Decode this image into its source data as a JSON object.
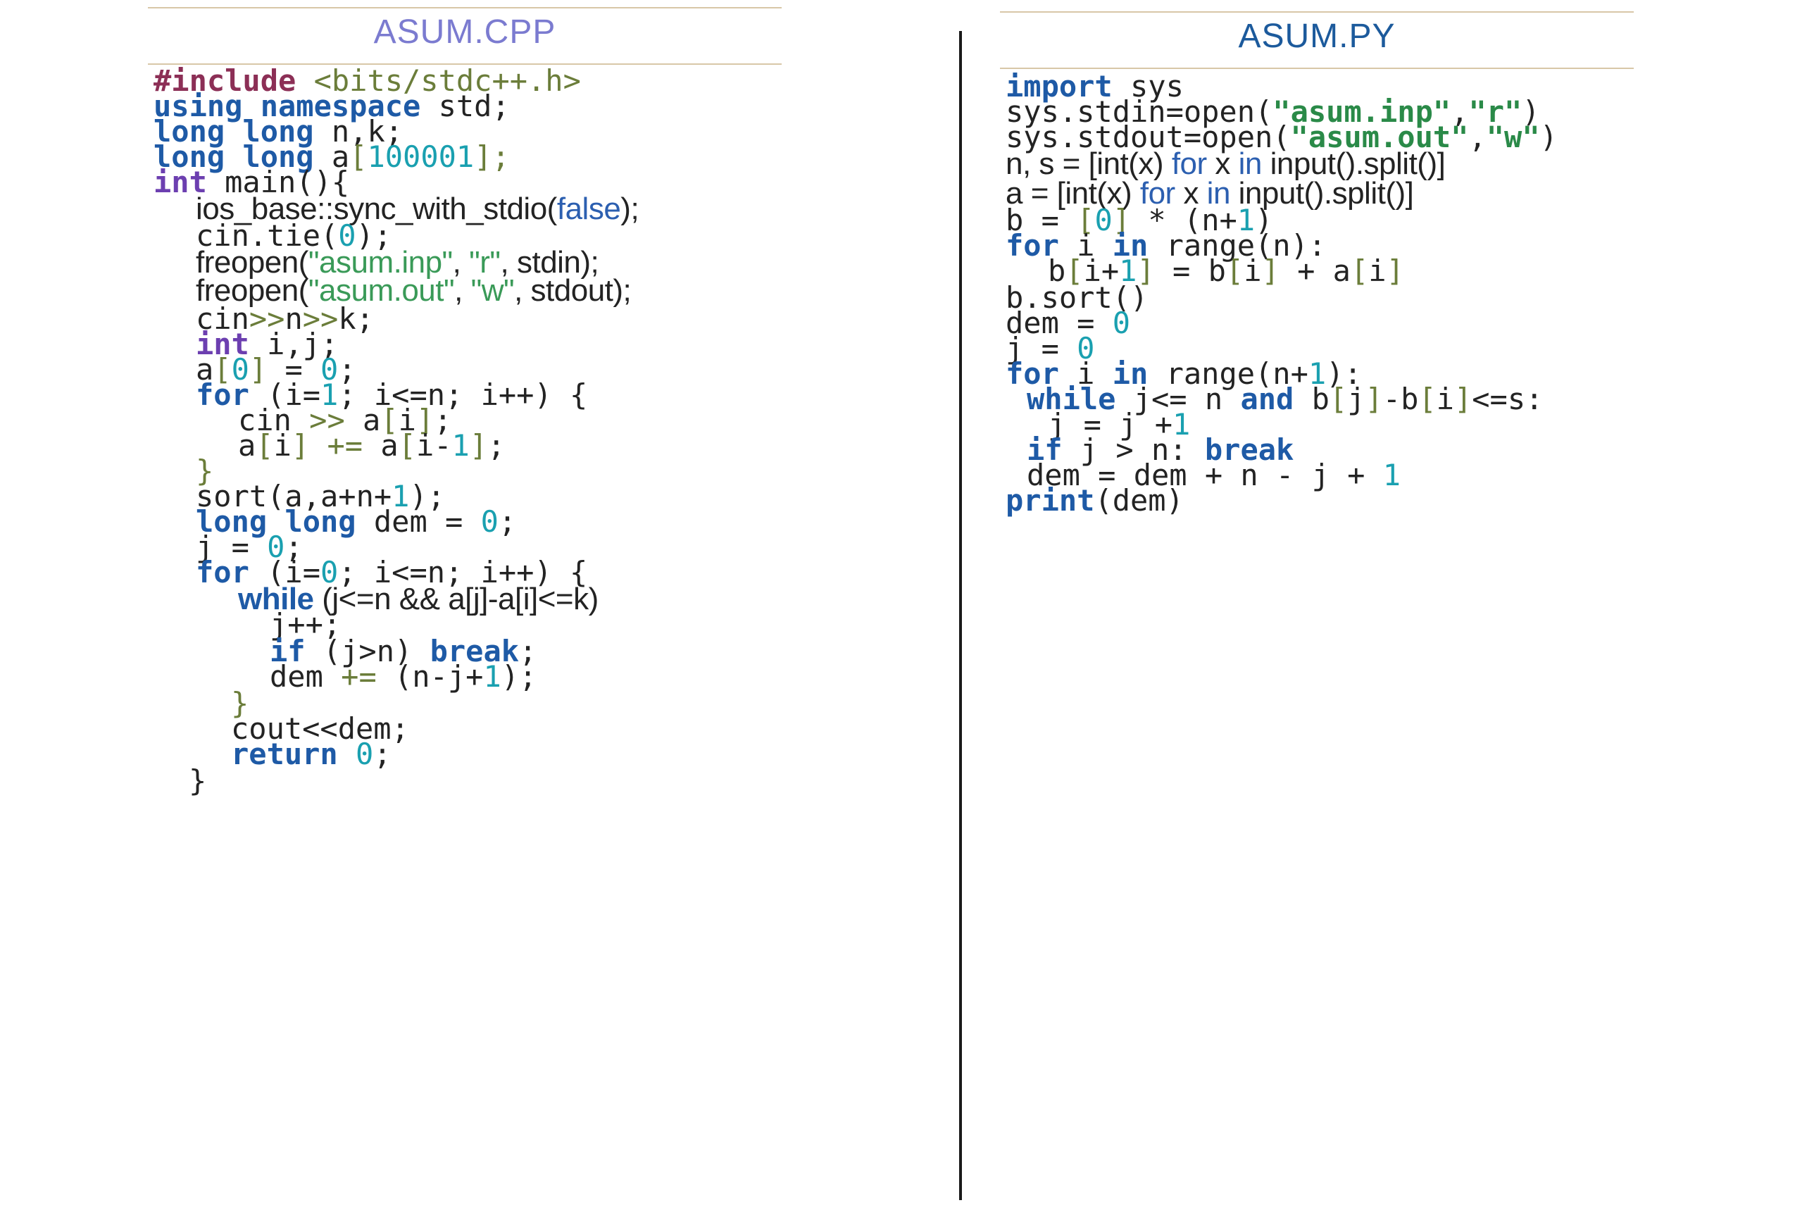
{
  "cpp": {
    "title": "ASUM.CPP",
    "lines": [
      [
        {
          "t": "#include",
          "c": "pp"
        },
        {
          "t": " <bits/stdc++.h>",
          "c": "op"
        }
      ],
      [
        {
          "t": "using",
          "c": "kw"
        },
        {
          "t": " "
        },
        {
          "t": "namespace",
          "c": "kw"
        },
        {
          "t": " std;"
        }
      ],
      [
        {
          "t": "long",
          "c": "kw"
        },
        {
          "t": " "
        },
        {
          "t": "long",
          "c": "kw"
        },
        {
          "t": " n,k;"
        }
      ],
      [
        {
          "t": "long",
          "c": "kw"
        },
        {
          "t": " "
        },
        {
          "t": "long",
          "c": "kw"
        },
        {
          "t": " a"
        },
        {
          "t": "[",
          "c": "op"
        },
        {
          "t": "100001",
          "c": "num"
        },
        {
          "t": "];",
          "c": "op"
        }
      ],
      [
        {
          "t": "int",
          "c": "kwp"
        },
        {
          "t": " main(){"
        }
      ],
      [
        {
          "t": "ios_base::sync_with_stdio("
        },
        {
          "t": "false",
          "c": "kwl"
        },
        {
          "t": ");"
        }
      ],
      [
        {
          "t": "cin.tie("
        },
        {
          "t": "0",
          "c": "num"
        },
        {
          "t": ");"
        }
      ],
      [
        {
          "t": "freopen("
        },
        {
          "t": "\"asum.inp\"",
          "c": "str"
        },
        {
          "t": ", "
        },
        {
          "t": "\"r\"",
          "c": "str"
        },
        {
          "t": ", stdin);"
        }
      ],
      [
        {
          "t": "freopen("
        },
        {
          "t": "\"asum.out\"",
          "c": "str"
        },
        {
          "t": ", "
        },
        {
          "t": "\"w\"",
          "c": "str"
        },
        {
          "t": ", stdout);"
        }
      ],
      [
        {
          "t": "cin"
        },
        {
          "t": ">>",
          "c": "op"
        },
        {
          "t": "n"
        },
        {
          "t": ">>",
          "c": "op"
        },
        {
          "t": "k;"
        }
      ],
      [
        {
          "t": "int",
          "c": "kwp"
        },
        {
          "t": " i,j;"
        }
      ],
      [
        {
          "t": "a"
        },
        {
          "t": "[",
          "c": "op"
        },
        {
          "t": "0",
          "c": "num"
        },
        {
          "t": "]",
          "c": "op"
        },
        {
          "t": " = "
        },
        {
          "t": "0",
          "c": "num"
        },
        {
          "t": ";"
        }
      ],
      [
        {
          "t": "for",
          "c": "kw"
        },
        {
          "t": " (i="
        },
        {
          "t": "1",
          "c": "num"
        },
        {
          "t": "; i<=n; i++) {"
        }
      ],
      [
        {
          "t": "cin "
        },
        {
          "t": ">>",
          "c": "op"
        },
        {
          "t": " a"
        },
        {
          "t": "[",
          "c": "op"
        },
        {
          "t": "i"
        },
        {
          "t": "]",
          "c": "op"
        },
        {
          "t": ";"
        }
      ],
      [
        {
          "t": "a"
        },
        {
          "t": "[",
          "c": "op"
        },
        {
          "t": "i"
        },
        {
          "t": "]",
          "c": "op"
        },
        {
          "t": " "
        },
        {
          "t": "+=",
          "c": "op"
        },
        {
          "t": " a"
        },
        {
          "t": "[",
          "c": "op"
        },
        {
          "t": "i-"
        },
        {
          "t": "1",
          "c": "num"
        },
        {
          "t": "]",
          "c": "op"
        },
        {
          "t": ";"
        }
      ],
      [
        {
          "t": "}",
          "c": "op"
        }
      ],
      [
        {
          "t": "sort(a,a+n+"
        },
        {
          "t": "1",
          "c": "num"
        },
        {
          "t": ");"
        }
      ],
      [
        {
          "t": "long",
          "c": "kw"
        },
        {
          "t": " "
        },
        {
          "t": "long",
          "c": "kw"
        },
        {
          "t": " dem = "
        },
        {
          "t": "0",
          "c": "num"
        },
        {
          "t": ";"
        }
      ],
      [
        {
          "t": "j = "
        },
        {
          "t": "0",
          "c": "num"
        },
        {
          "t": ";"
        }
      ],
      [
        {
          "t": "for",
          "c": "kw"
        },
        {
          "t": " (i="
        },
        {
          "t": "0",
          "c": "num"
        },
        {
          "t": "; i<=n; i++) {"
        }
      ],
      [
        {
          "t": "while",
          "c": "kw"
        },
        {
          "t": " (j<=n && a[j]-a[i]<=k)"
        }
      ],
      [
        {
          "t": "j++;"
        }
      ],
      [
        {
          "t": "if",
          "c": "kw"
        },
        {
          "t": " (j>n) "
        },
        {
          "t": "break",
          "c": "kw"
        },
        {
          "t": ";"
        }
      ],
      [
        {
          "t": "dem "
        },
        {
          "t": "+=",
          "c": "op"
        },
        {
          "t": " (n-j+"
        },
        {
          "t": "1",
          "c": "num"
        },
        {
          "t": ");"
        }
      ],
      [
        {
          "t": "}",
          "c": "op"
        }
      ],
      [
        {
          "t": "cout<<dem;"
        }
      ],
      [
        {
          "t": "return",
          "c": "kw"
        },
        {
          "t": " "
        },
        {
          "t": "0",
          "c": "num"
        },
        {
          "t": ";"
        }
      ],
      [
        {
          "t": "}"
        }
      ]
    ]
  },
  "py": {
    "title": "ASUM.PY",
    "lines": [
      [
        {
          "t": "import",
          "c": "kw"
        },
        {
          "t": " sys"
        }
      ],
      [
        {
          "t": "sys.stdin=open("
        },
        {
          "t": "\"asum.inp\"",
          "c": "strb"
        },
        {
          "t": ","
        },
        {
          "t": "\"r\"",
          "c": "strb"
        },
        {
          "t": ")"
        }
      ],
      [
        {
          "t": "sys.stdout=open("
        },
        {
          "t": "\"asum.out\"",
          "c": "strb"
        },
        {
          "t": ","
        },
        {
          "t": "\"w\"",
          "c": "strb"
        },
        {
          "t": ")"
        }
      ],
      [
        {
          "t": "n, s = "
        },
        {
          "t": "[int(x) "
        },
        {
          "t": "for",
          "c": "kwl"
        },
        {
          "t": " x "
        },
        {
          "t": "in",
          "c": "kwl"
        },
        {
          "t": " input().split()]"
        }
      ],
      [
        {
          "t": "a = "
        },
        {
          "t": "[int(x) "
        },
        {
          "t": "for",
          "c": "kwl"
        },
        {
          "t": " x "
        },
        {
          "t": "in",
          "c": "kwl"
        },
        {
          "t": " input().split()]"
        }
      ],
      [
        {
          "t": "b = "
        },
        {
          "t": "[",
          "c": "op"
        },
        {
          "t": "0",
          "c": "num"
        },
        {
          "t": "]",
          "c": "op"
        },
        {
          "t": " * (n+"
        },
        {
          "t": "1",
          "c": "num"
        },
        {
          "t": ")"
        }
      ],
      [
        {
          "t": "for",
          "c": "kw"
        },
        {
          "t": " i "
        },
        {
          "t": "in",
          "c": "kw"
        },
        {
          "t": " range(n):"
        }
      ],
      [
        {
          "t": "b"
        },
        {
          "t": "[",
          "c": "op"
        },
        {
          "t": "i+"
        },
        {
          "t": "1",
          "c": "num"
        },
        {
          "t": "]",
          "c": "op"
        },
        {
          "t": " = b"
        },
        {
          "t": "[",
          "c": "op"
        },
        {
          "t": "i"
        },
        {
          "t": "]",
          "c": "op"
        },
        {
          "t": " + a"
        },
        {
          "t": "[",
          "c": "op"
        },
        {
          "t": "i"
        },
        {
          "t": "]",
          "c": "op"
        }
      ],
      [
        {
          "t": "b.sort()"
        }
      ],
      [
        {
          "t": "dem = "
        },
        {
          "t": "0",
          "c": "num"
        }
      ],
      [
        {
          "t": "j = "
        },
        {
          "t": "0",
          "c": "num"
        }
      ],
      [
        {
          "t": "for",
          "c": "kw"
        },
        {
          "t": " i "
        },
        {
          "t": "in",
          "c": "kw"
        },
        {
          "t": " range(n+"
        },
        {
          "t": "1",
          "c": "num"
        },
        {
          "t": "):"
        }
      ],
      [
        {
          "t": "while",
          "c": "kw"
        },
        {
          "t": " j<= n "
        },
        {
          "t": "and",
          "c": "kw"
        },
        {
          "t": " b"
        },
        {
          "t": "[",
          "c": "op"
        },
        {
          "t": "j"
        },
        {
          "t": "]",
          "c": "op"
        },
        {
          "t": "-b"
        },
        {
          "t": "[",
          "c": "op"
        },
        {
          "t": "i"
        },
        {
          "t": "]",
          "c": "op"
        },
        {
          "t": "<=s:"
        }
      ],
      [
        {
          "t": "j = j +"
        },
        {
          "t": "1",
          "c": "num"
        }
      ],
      [
        {
          "t": "if",
          "c": "kw"
        },
        {
          "t": " j > n: "
        },
        {
          "t": "break",
          "c": "kw"
        }
      ],
      [
        {
          "t": "dem = dem + n - j + "
        },
        {
          "t": "1",
          "c": "num"
        }
      ],
      [
        {
          "t": "print",
          "c": "kw"
        },
        {
          "t": "(dem)"
        }
      ]
    ]
  }
}
